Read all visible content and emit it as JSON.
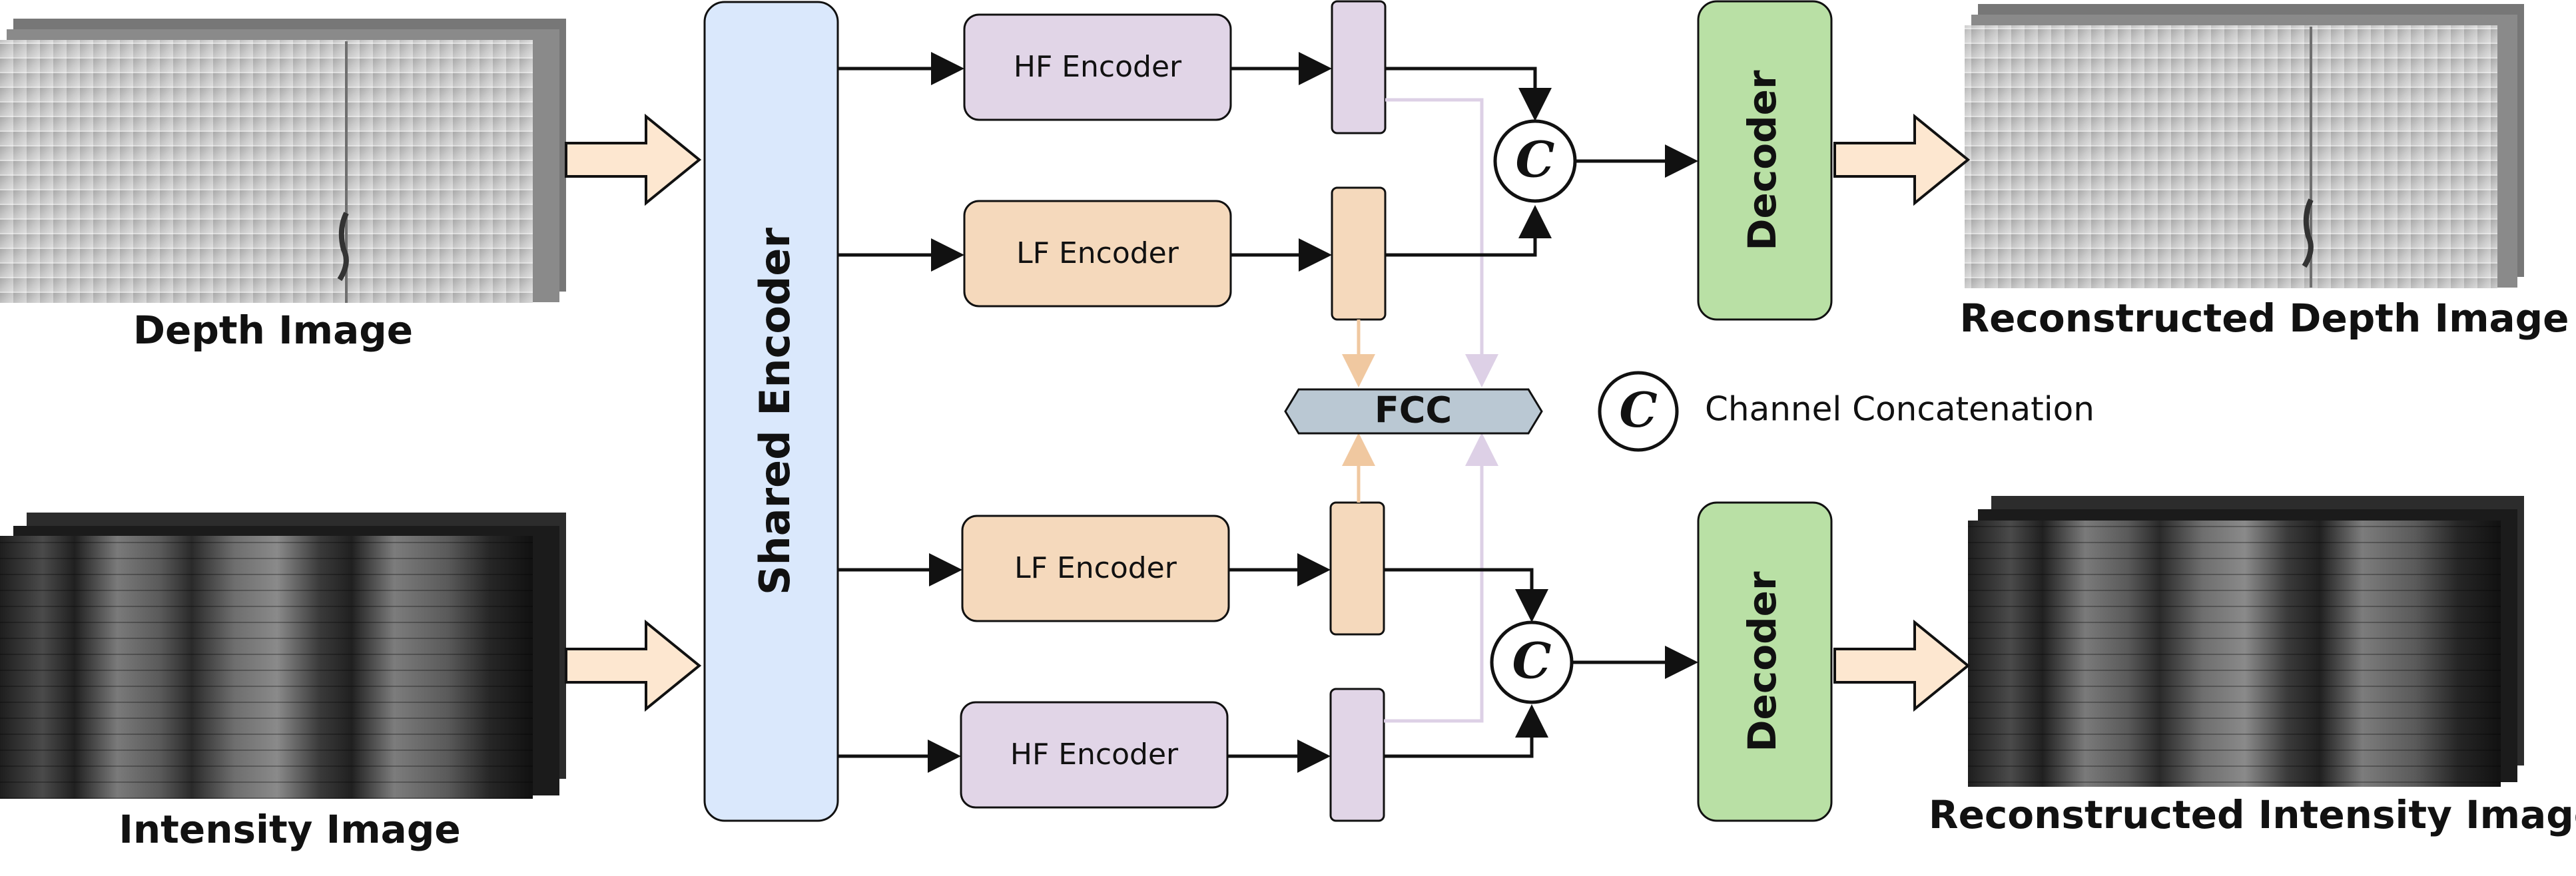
{
  "labels": {
    "depth_image": "Depth Image",
    "intensity_image": "Intensity Image",
    "reconstructed_depth": "Reconstructed Depth Image",
    "reconstructed_intensity": "Reconstructed Intensity Image",
    "channel_concat": "Channel Concatenation"
  },
  "modules": {
    "shared_encoder": "Shared Encoder",
    "hf_encoder": "HF Encoder",
    "lf_encoder": "LF Encoder",
    "fcc": "FCC",
    "decoder": "Decoder",
    "concat_symbol": "C"
  },
  "colors": {
    "shared_encoder_fill": "#dae8fc",
    "hf_fill": "#e1d5e7",
    "lf_fill": "#f5d9bc",
    "decoder_fill": "#b9e0a5",
    "fcc_fill": "#bac8d3",
    "input_arrow_fill": "#fde7d0",
    "lf_link": "#f0c8a0",
    "hf_link": "#ddd0e6",
    "stroke": "#111111"
  },
  "icons": {
    "input_arrow": "block-arrow-right",
    "concat": "circled-c"
  }
}
